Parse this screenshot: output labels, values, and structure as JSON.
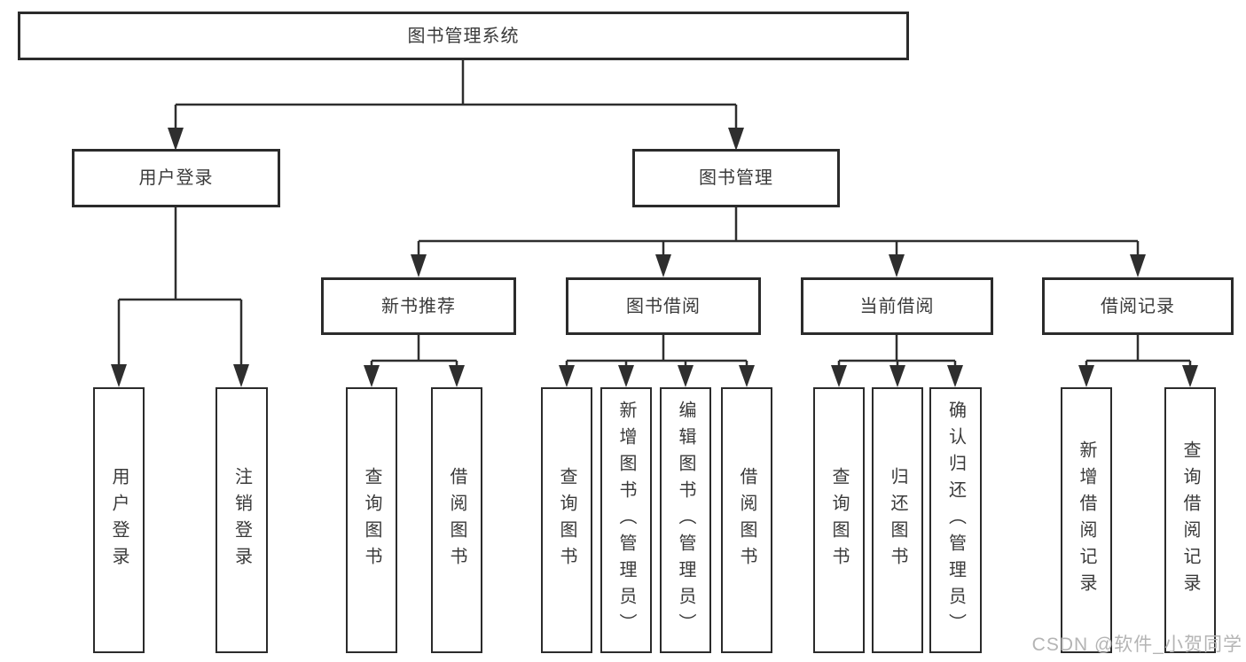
{
  "colors": {
    "background": "#ffffff",
    "line": "#2e2e2e",
    "box_border": "#2b2b2b",
    "text": "#3a3a3a",
    "watermark": "#b4b4b4"
  },
  "watermark": {
    "text": "CSDN @软件_小贺同学"
  },
  "tree": {
    "label": "图书管理系统",
    "children": [
      {
        "label": "用户登录",
        "children": [
          {
            "label": "用户登录"
          },
          {
            "label": "注销登录"
          }
        ]
      },
      {
        "label": "图书管理",
        "children": [
          {
            "label": "新书推荐",
            "children": [
              {
                "label": "查询图书"
              },
              {
                "label": "借阅图书"
              }
            ]
          },
          {
            "label": "图书借阅",
            "children": [
              {
                "label": "查询图书"
              },
              {
                "label": "新增图书（管理员）"
              },
              {
                "label": "编辑图书（管理员）"
              },
              {
                "label": "借阅图书"
              }
            ]
          },
          {
            "label": "当前借阅",
            "children": [
              {
                "label": "查询图书"
              },
              {
                "label": "归还图书"
              },
              {
                "label": "确认归还（管理员）"
              }
            ]
          },
          {
            "label": "借阅记录",
            "children": [
              {
                "label": "新增借阅记录"
              },
              {
                "label": "查询借阅记录"
              }
            ]
          }
        ]
      }
    ]
  }
}
